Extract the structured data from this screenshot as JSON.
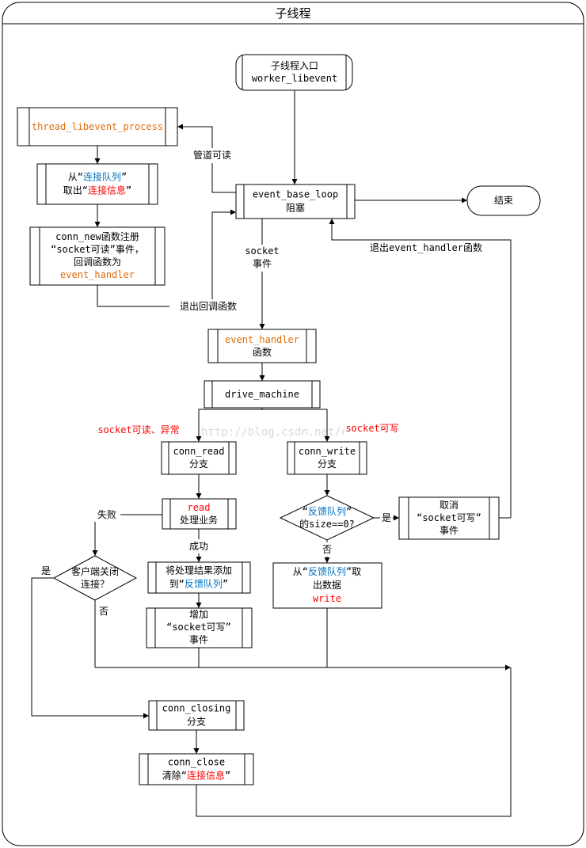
{
  "title": "子线程",
  "colors": {
    "black": "#000000",
    "orange": "#E36C09",
    "blue": "#0070C0",
    "red": "#FF0000",
    "watermark": "#d9d9d9"
  },
  "watermark": "http://blog.csdn.net/educast",
  "nodes": {
    "entry": {
      "lines": [
        [
          {
            "t": "子线程入口",
            "c": "black"
          }
        ],
        [
          {
            "t": "worker_libevent",
            "c": "black"
          }
        ]
      ]
    },
    "thread_process": {
      "lines": [
        [
          {
            "t": "thread_libevent_process",
            "c": "orange"
          }
        ]
      ]
    },
    "take_conn": {
      "lines": [
        [
          {
            "t": "从“",
            "c": "black"
          },
          {
            "t": "连接队列",
            "c": "blue"
          },
          {
            "t": "”",
            "c": "black"
          }
        ],
        [
          {
            "t": "取出“",
            "c": "black"
          },
          {
            "t": "连接信息",
            "c": "red"
          },
          {
            "t": "”",
            "c": "black"
          }
        ]
      ]
    },
    "conn_new": {
      "lines": [
        [
          {
            "t": "conn_new函数注册",
            "c": "black"
          }
        ],
        [
          {
            "t": "“socket可读”事件，",
            "c": "black"
          }
        ],
        [
          {
            "t": "回调函数为",
            "c": "black"
          }
        ],
        [
          {
            "t": "event_handler",
            "c": "orange"
          }
        ]
      ]
    },
    "event_loop": {
      "lines": [
        [
          {
            "t": "event_base_loop",
            "c": "black"
          }
        ],
        [
          {
            "t": "阻塞",
            "c": "black"
          }
        ]
      ]
    },
    "end": {
      "lines": [
        [
          {
            "t": "结束",
            "c": "black"
          }
        ]
      ]
    },
    "event_handler": {
      "lines": [
        [
          {
            "t": "event_handler",
            "c": "orange"
          }
        ],
        [
          {
            "t": "函数",
            "c": "black"
          }
        ]
      ]
    },
    "drive_machine": {
      "lines": [
        [
          {
            "t": "drive_machine",
            "c": "black"
          }
        ]
      ]
    },
    "conn_read": {
      "lines": [
        [
          {
            "t": "conn_read",
            "c": "black"
          }
        ],
        [
          {
            "t": "分支",
            "c": "black"
          }
        ]
      ]
    },
    "conn_write": {
      "lines": [
        [
          {
            "t": "conn_write",
            "c": "black"
          }
        ],
        [
          {
            "t": "分支",
            "c": "black"
          }
        ]
      ]
    },
    "read_process": {
      "lines": [
        [
          {
            "t": "read",
            "c": "red"
          }
        ],
        [
          {
            "t": "处理业务",
            "c": "black"
          }
        ]
      ]
    },
    "queue_empty": {
      "lines": [
        [
          {
            "t": "“",
            "c": "black"
          },
          {
            "t": "反馈队列",
            "c": "blue"
          },
          {
            "t": "”",
            "c": "black"
          }
        ],
        [
          {
            "t": "的size==0?",
            "c": "black"
          }
        ]
      ]
    },
    "cancel_write": {
      "lines": [
        [
          {
            "t": "取消",
            "c": "black"
          }
        ],
        [
          {
            "t": "“socket可写”",
            "c": "black"
          }
        ],
        [
          {
            "t": "事件",
            "c": "black"
          }
        ]
      ]
    },
    "client_closed": {
      "lines": [
        [
          {
            "t": "客户端关闭",
            "c": "black"
          }
        ],
        [
          {
            "t": "连接？",
            "c": "black"
          }
        ]
      ]
    },
    "add_result": {
      "lines": [
        [
          {
            "t": "将处理结果添加",
            "c": "black"
          }
        ],
        [
          {
            "t": "到“",
            "c": "black"
          },
          {
            "t": "反馈队列",
            "c": "blue"
          },
          {
            "t": "”",
            "c": "black"
          }
        ]
      ]
    },
    "write_out": {
      "lines": [
        [
          {
            "t": "从“",
            "c": "black"
          },
          {
            "t": "反馈队列",
            "c": "blue"
          },
          {
            "t": "”取",
            "c": "black"
          }
        ],
        [
          {
            "t": "出数据",
            "c": "black"
          }
        ],
        [
          {
            "t": "write",
            "c": "red"
          }
        ]
      ]
    },
    "add_write": {
      "lines": [
        [
          {
            "t": "增加",
            "c": "black"
          }
        ],
        [
          {
            "t": "“socket可写”",
            "c": "black"
          }
        ],
        [
          {
            "t": "事件",
            "c": "black"
          }
        ]
      ]
    },
    "conn_closing": {
      "lines": [
        [
          {
            "t": "conn_closing",
            "c": "black"
          }
        ],
        [
          {
            "t": "分支",
            "c": "black"
          }
        ]
      ]
    },
    "conn_close": {
      "lines": [
        [
          {
            "t": "conn_close",
            "c": "black"
          }
        ],
        [
          {
            "t": "清除“",
            "c": "black"
          },
          {
            "t": "连接信息",
            "c": "red"
          },
          {
            "t": "”",
            "c": "black"
          }
        ]
      ]
    }
  },
  "edge_labels": {
    "pipe_readable": {
      "lines": [
        [
          {
            "t": "管道可读",
            "c": "black"
          }
        ]
      ]
    },
    "socket_event": {
      "lines": [
        [
          {
            "t": "socket",
            "c": "black"
          }
        ],
        [
          {
            "t": "事件",
            "c": "black"
          }
        ]
      ]
    },
    "exit_callback": {
      "lines": [
        [
          {
            "t": "退出回调函数",
            "c": "black"
          }
        ]
      ]
    },
    "exit_handler": {
      "lines": [
        [
          {
            "t": "退出event_handler函数",
            "c": "black"
          }
        ]
      ]
    },
    "read_exception": {
      "lines": [
        [
          {
            "t": "socket可读、异常",
            "c": "red"
          }
        ]
      ]
    },
    "writable": {
      "lines": [
        [
          {
            "t": "socket可写",
            "c": "red"
          }
        ]
      ]
    },
    "fail": {
      "lines": [
        [
          {
            "t": "失败",
            "c": "black"
          }
        ]
      ]
    },
    "success": {
      "lines": [
        [
          {
            "t": "成功",
            "c": "black"
          }
        ]
      ]
    },
    "yes_queue": {
      "lines": [
        [
          {
            "t": "是",
            "c": "black"
          }
        ]
      ]
    },
    "no_queue": {
      "lines": [
        [
          {
            "t": "否",
            "c": "black"
          }
        ]
      ]
    },
    "yes_closed": {
      "lines": [
        [
          {
            "t": "是",
            "c": "black"
          }
        ]
      ]
    },
    "no_closed": {
      "lines": [
        [
          {
            "t": "否",
            "c": "black"
          }
        ]
      ]
    }
  }
}
